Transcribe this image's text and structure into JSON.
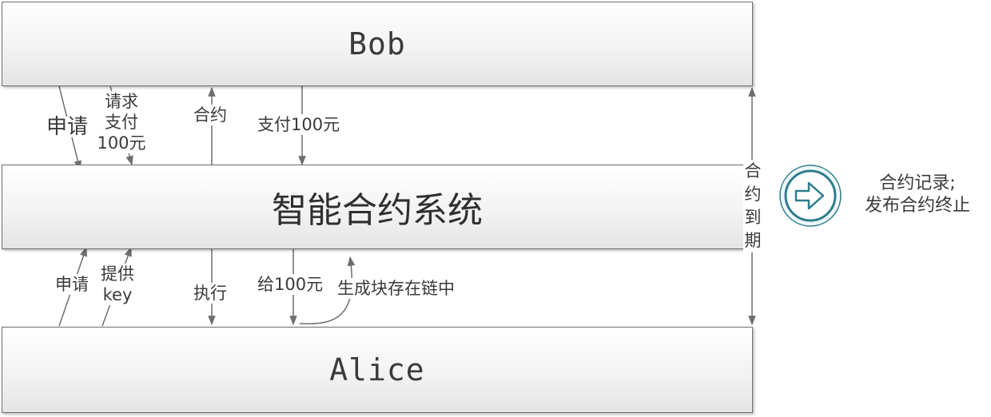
{
  "boxes": {
    "top": "Bob",
    "middle": "智能合约系统",
    "bottom": "Alice"
  },
  "upper_labels": {
    "apply": "申请",
    "request_pay": [
      "请求",
      "支付",
      "100元"
    ],
    "contract": "合约",
    "pay_100": "支付100元"
  },
  "lower_labels": {
    "apply": "申请",
    "provide_key": [
      "提供",
      "key"
    ],
    "execute": "执行",
    "give_100": "给100元",
    "generate_block": "生成块存在链中"
  },
  "expiry_label": [
    "合",
    "约",
    "到",
    "期"
  ],
  "result": {
    "icon": "arrow-right-circle-icon",
    "line1": "合约记录;",
    "line2": "发布合约终止"
  },
  "colors": {
    "line": "#6e6e6e",
    "icon": "#2e7d8c"
  }
}
